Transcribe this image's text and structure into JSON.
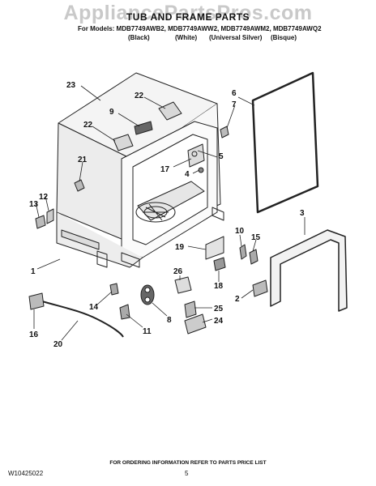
{
  "watermark": "AppliancePartsPros.com",
  "title": "TUB AND FRAME PARTS",
  "models_line": "For Models: MDB7749AWB2, MDB7749AWW2, MDB7749AWM2, MDB7749AWQ2",
  "colors": [
    "(Black)",
    "(White)",
    "(Universal Silver)",
    "(Bisque)"
  ],
  "callouts": [
    "23",
    "22",
    "9",
    "22",
    "21",
    "13",
    "12",
    "1",
    "14",
    "16",
    "20",
    "11",
    "8",
    "26",
    "19",
    "10",
    "15",
    "18",
    "2",
    "25",
    "24",
    "6",
    "7",
    "5",
    "17",
    "4",
    "3"
  ],
  "footer": {
    "doc_number": "W10425022",
    "instruction": "FOR ORDERING INFORMATION REFER TO PARTS PRICE LIST",
    "page": "5"
  }
}
